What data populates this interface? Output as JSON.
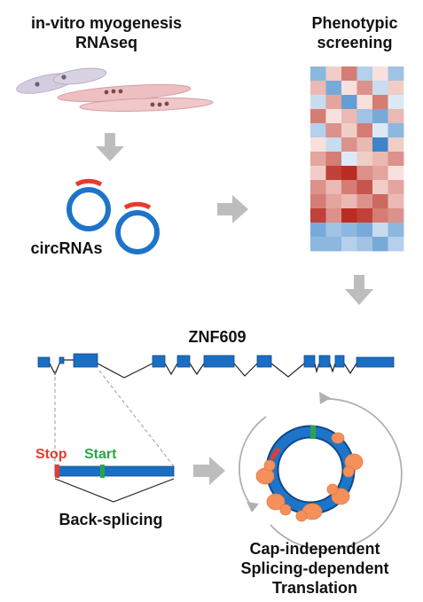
{
  "labels": {
    "myogenesis_line1": "in-vitro myogenesis",
    "myogenesis_line2": "RNAseq",
    "screening_line1": "Phenotypic",
    "screening_line2": "screening",
    "circrnas": "circRNAs",
    "gene": "ZNF609",
    "stop": "Stop",
    "start": "Start",
    "back_splicing": "Back-splicing",
    "translation_line1": "Cap-independent",
    "translation_line2": "Splicing-dependent",
    "translation_line3": "Translation"
  },
  "colors": {
    "exon_blue": "#1a6fc4",
    "circle_blue": "#1e74c8",
    "stop_red": "#e83a2d",
    "start_green": "#2aa54a",
    "ribosome_orange": "#f6905a",
    "arrow_gray": "#bdbdbd",
    "cell_pink": "#eebfc2",
    "cell_gray": "#d4cde0"
  },
  "heatmap": {
    "rows": 13,
    "cols": 6,
    "values": [
      [
        -0.5,
        0.2,
        0.6,
        -0.3,
        0.1,
        -0.4
      ],
      [
        0.3,
        -0.6,
        0.1,
        0.5,
        -0.2,
        0.2
      ],
      [
        -0.2,
        0.4,
        -0.7,
        0.1,
        0.6,
        -0.1
      ],
      [
        0.6,
        0.1,
        0.3,
        -0.4,
        -0.6,
        0.3
      ],
      [
        -0.3,
        0.5,
        0.2,
        0.6,
        -0.1,
        -0.5
      ],
      [
        0.1,
        -0.2,
        0.5,
        0.3,
        -0.9,
        0.2
      ],
      [
        0.4,
        0.6,
        -0.1,
        0.2,
        0.3,
        0.5
      ],
      [
        0.2,
        0.9,
        1.0,
        0.5,
        0.4,
        0.1
      ],
      [
        0.5,
        0.3,
        0.6,
        0.8,
        0.2,
        0.4
      ],
      [
        0.6,
        0.4,
        0.3,
        0.5,
        0.7,
        0.3
      ],
      [
        0.9,
        0.5,
        1.0,
        0.9,
        0.6,
        0.5
      ],
      [
        -0.6,
        -0.4,
        -0.5,
        -0.6,
        -0.2,
        -0.5
      ],
      [
        -0.5,
        -0.5,
        -0.3,
        -0.4,
        -0.6,
        -0.3
      ]
    ]
  }
}
